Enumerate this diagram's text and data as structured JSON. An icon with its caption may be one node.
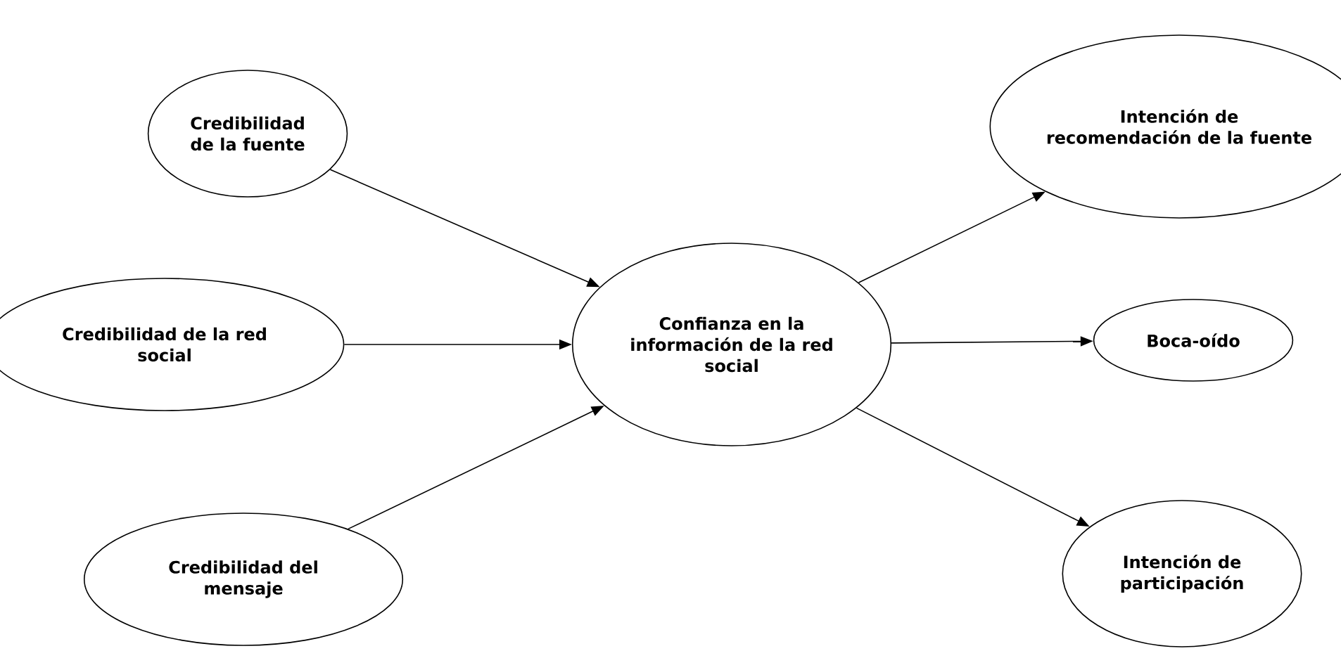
{
  "diagram": {
    "nodes": [
      {
        "text": [
          "Credibilidad de la fuente"
        ]
      },
      {
        "text": [
          "Credibilidad de la red social"
        ]
      },
      {
        "text": [
          "Credibilidad del mensaje"
        ]
      },
      {
        "text": [
          "Confianza en la información de la red social"
        ]
      },
      {
        "text": [
          "Intención de recomendación de la fuente"
        ]
      },
      {
        "text": [
          "Boca-oído"
        ]
      },
      {
        "text": [
          "Intención de participación"
        ]
      }
    ],
    "edges": [
      {
        "from": 0,
        "to": 3,
        "arrow": "to"
      },
      {
        "from": 1,
        "to": 3,
        "arrow": "to"
      },
      {
        "from": 2,
        "to": 3,
        "arrow": "to"
      },
      {
        "from": 3,
        "to": 4,
        "arrow": "to"
      },
      {
        "from": 3,
        "to": 5,
        "arrow": "to"
      },
      {
        "from": 3,
        "to": 6,
        "arrow": "to"
      }
    ]
  }
}
